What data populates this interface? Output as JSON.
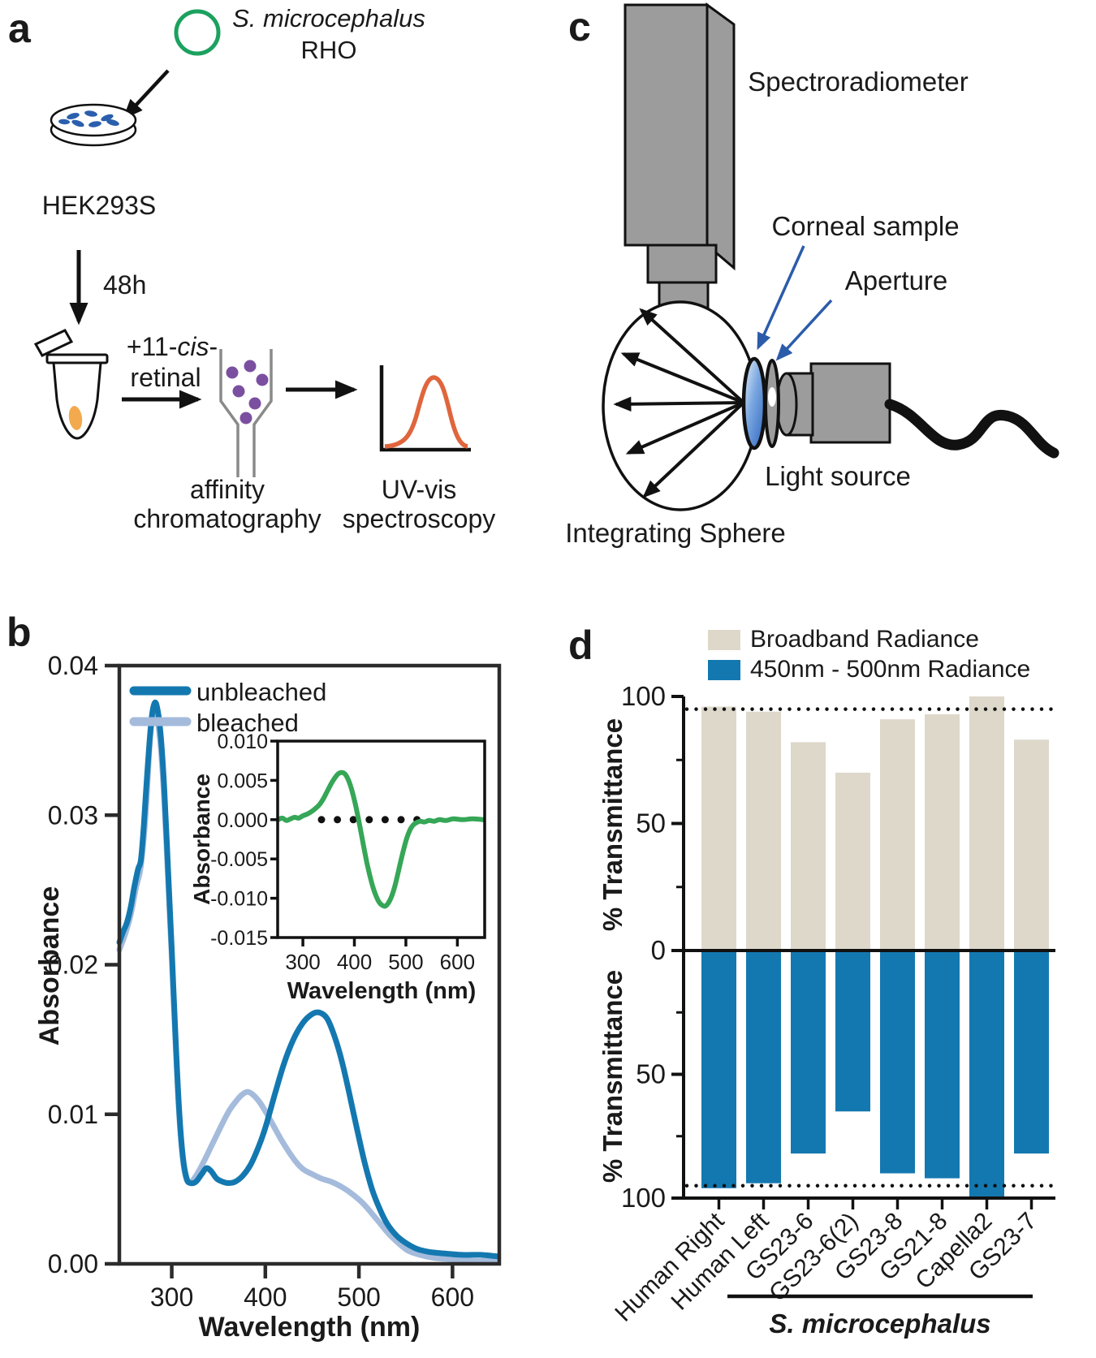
{
  "colors": {
    "dark_blue": "#1478b0",
    "light_blue": "#a4bbdc",
    "green": "#36a657",
    "beige": "#ddd8ca",
    "device_gray": "#9c9c9c",
    "bead_purple": "#7b4fa0",
    "spectrum_orange": "#e0653c",
    "pellet_orange": "#f3a94d",
    "cell_blue": "#2b5fad",
    "plasmid_green": "#1ca15f",
    "pointer_blue": "#2b5caa"
  },
  "figure": {
    "panel_a": {
      "label": "a",
      "plasmid_species": "S. microcephalus",
      "plasmid_gene": "RHO",
      "cell_line": "HEK293S",
      "incubation_time": "48h",
      "retinal_prefix": "+11-",
      "retinal_cis": "cis",
      "retinal_suffix": "-",
      "retinal_line2": "retinal",
      "column_line1": "affinity",
      "column_line2": "chromatography",
      "spectroscopy_line1": "UV-vis",
      "spectroscopy_line2": "spectroscopy"
    },
    "panel_b": {
      "label": "b"
    },
    "panel_c": {
      "label": "c",
      "spectroradiometer": "Spectroradiometer",
      "corneal_sample": "Corneal sample",
      "aperture": "Aperture",
      "light_source": "Light source",
      "integrating_sphere": "Integrating Sphere"
    },
    "panel_d": {
      "label": "d"
    }
  },
  "chart_data": [
    {
      "id": "rhodopsin_absorbance_spectra",
      "type": "line",
      "xlabel": "Wavelength (nm)",
      "ylabel": "Absorbance",
      "xlim": [
        250,
        650
      ],
      "ylim": [
        0,
        0.04
      ],
      "x_tick_values": [
        300,
        400,
        500,
        600
      ],
      "x_tick_labels": [
        "300",
        "400",
        "500",
        "600"
      ],
      "y_tick_values": [
        0,
        0.01,
        0.02,
        0.03,
        0.04
      ],
      "y_tick_labels": [
        "0.00",
        "0.01",
        "0.02",
        "0.03",
        "0.04"
      ],
      "legend_position": "top-left",
      "series": [
        {
          "name": "unbleached",
          "color": "#1478b0",
          "points": [
            [
              244,
              0.0215
            ],
            [
              248,
              0.0222
            ],
            [
              252,
              0.0228
            ],
            [
              256,
              0.0238
            ],
            [
              260,
              0.0252
            ],
            [
              264,
              0.0264
            ],
            [
              267,
              0.027
            ],
            [
              270,
              0.0292
            ],
            [
              274,
              0.033
            ],
            [
              278,
              0.0362
            ],
            [
              281,
              0.0374
            ],
            [
              284,
              0.0373
            ],
            [
              288,
              0.0355
            ],
            [
              292,
              0.0318
            ],
            [
              296,
              0.0265
            ],
            [
              300,
              0.021
            ],
            [
              304,
              0.0152
            ],
            [
              308,
              0.0102
            ],
            [
              312,
              0.0071
            ],
            [
              316,
              0.0057
            ],
            [
              320,
              0.0054
            ],
            [
              326,
              0.0055
            ],
            [
              332,
              0.006
            ],
            [
              337,
              0.0064
            ],
            [
              342,
              0.0062
            ],
            [
              348,
              0.0057
            ],
            [
              354,
              0.0055
            ],
            [
              360,
              0.0054
            ],
            [
              368,
              0.0055
            ],
            [
              376,
              0.0059
            ],
            [
              384,
              0.0066
            ],
            [
              392,
              0.0077
            ],
            [
              400,
              0.0091
            ],
            [
              410,
              0.0113
            ],
            [
              420,
              0.0134
            ],
            [
              430,
              0.015
            ],
            [
              440,
              0.0161
            ],
            [
              450,
              0.0167
            ],
            [
              458,
              0.0168
            ],
            [
              466,
              0.0164
            ],
            [
              474,
              0.0152
            ],
            [
              482,
              0.0135
            ],
            [
              490,
              0.0113
            ],
            [
              498,
              0.009
            ],
            [
              506,
              0.0068
            ],
            [
              514,
              0.005
            ],
            [
              522,
              0.0037
            ],
            [
              530,
              0.0027
            ],
            [
              540,
              0.0019
            ],
            [
              550,
              0.0014
            ],
            [
              562,
              0.001
            ],
            [
              575,
              0.0008
            ],
            [
              590,
              0.0007
            ],
            [
              610,
              0.0006
            ],
            [
              630,
              0.0006
            ],
            [
              648,
              0.0005
            ]
          ]
        },
        {
          "name": "bleached",
          "color": "#a4bbdc",
          "points": [
            [
              244,
              0.021
            ],
            [
              250,
              0.022
            ],
            [
              256,
              0.0233
            ],
            [
              262,
              0.0252
            ],
            [
              267,
              0.0266
            ],
            [
              272,
              0.03
            ],
            [
              277,
              0.0352
            ],
            [
              281,
              0.0368
            ],
            [
              284,
              0.0366
            ],
            [
              288,
              0.0347
            ],
            [
              292,
              0.031
            ],
            [
              296,
              0.0258
            ],
            [
              300,
              0.0204
            ],
            [
              304,
              0.0148
            ],
            [
              308,
              0.0099
            ],
            [
              312,
              0.0069
            ],
            [
              316,
              0.0056
            ],
            [
              321,
              0.0055
            ],
            [
              327,
              0.006
            ],
            [
              334,
              0.0068
            ],
            [
              341,
              0.0077
            ],
            [
              348,
              0.0086
            ],
            [
              355,
              0.0095
            ],
            [
              362,
              0.0103
            ],
            [
              369,
              0.0109
            ],
            [
              375,
              0.0113
            ],
            [
              381,
              0.0115
            ],
            [
              387,
              0.0113
            ],
            [
              394,
              0.0108
            ],
            [
              401,
              0.0101
            ],
            [
              409,
              0.0092
            ],
            [
              417,
              0.0083
            ],
            [
              425,
              0.0075
            ],
            [
              433,
              0.0068
            ],
            [
              441,
              0.0063
            ],
            [
              450,
              0.006
            ],
            [
              460,
              0.0057
            ],
            [
              470,
              0.0055
            ],
            [
              480,
              0.0052
            ],
            [
              490,
              0.0048
            ],
            [
              500,
              0.0043
            ],
            [
              508,
              0.0038
            ],
            [
              516,
              0.0032
            ],
            [
              524,
              0.0026
            ],
            [
              532,
              0.002
            ],
            [
              542,
              0.0014
            ],
            [
              552,
              0.0009
            ],
            [
              565,
              0.0006
            ],
            [
              580,
              0.0004
            ],
            [
              600,
              0.0003
            ],
            [
              625,
              0.0002
            ],
            [
              648,
              0.0002
            ]
          ]
        }
      ]
    },
    {
      "id": "difference_spectrum_inset",
      "type": "line",
      "xlabel": "Wavelength (nm)",
      "ylabel": "Absorbance",
      "xlim": [
        250,
        655
      ],
      "ylim": [
        -0.015,
        0.01
      ],
      "x_tick_values": [
        300,
        400,
        500,
        600
      ],
      "x_tick_labels": [
        "300",
        "400",
        "500",
        "600"
      ],
      "y_tick_values": [
        0.01,
        0.005,
        0.0,
        -0.005,
        -0.01,
        -0.015
      ],
      "y_tick_labels": [
        "0.010",
        "0.005",
        "0.000",
        "-0.005",
        "-0.010",
        "-0.015"
      ],
      "zero_line": "dotted",
      "series": [
        {
          "name": "difference",
          "color": "#36a657",
          "points": [
            [
              252,
              0.0
            ],
            [
              260,
              0.0002
            ],
            [
              268,
              -0.0001
            ],
            [
              276,
              0.0001
            ],
            [
              284,
              0.0003
            ],
            [
              292,
              0.0002
            ],
            [
              300,
              0.0005
            ],
            [
              308,
              0.0007
            ],
            [
              316,
              0.001
            ],
            [
              324,
              0.0014
            ],
            [
              332,
              0.0019
            ],
            [
              340,
              0.0027
            ],
            [
              348,
              0.0037
            ],
            [
              356,
              0.0047
            ],
            [
              364,
              0.0055
            ],
            [
              370,
              0.0059
            ],
            [
              376,
              0.006
            ],
            [
              382,
              0.0058
            ],
            [
              388,
              0.0051
            ],
            [
              394,
              0.004
            ],
            [
              400,
              0.0025
            ],
            [
              406,
              0.0007
            ],
            [
              412,
              -0.0013
            ],
            [
              418,
              -0.0034
            ],
            [
              424,
              -0.0054
            ],
            [
              430,
              -0.0071
            ],
            [
              436,
              -0.0086
            ],
            [
              442,
              -0.0097
            ],
            [
              448,
              -0.0105
            ],
            [
              454,
              -0.0109
            ],
            [
              460,
              -0.011
            ],
            [
              466,
              -0.0106
            ],
            [
              472,
              -0.0098
            ],
            [
              478,
              -0.0086
            ],
            [
              484,
              -0.007
            ],
            [
              490,
              -0.0053
            ],
            [
              496,
              -0.0037
            ],
            [
              502,
              -0.0023
            ],
            [
              508,
              -0.0013
            ],
            [
              514,
              -0.0007
            ],
            [
              520,
              -0.0004
            ],
            [
              528,
              -0.0002
            ],
            [
              536,
              -0.0003
            ],
            [
              545,
              -0.0001
            ],
            [
              555,
              -0.0002
            ],
            [
              565,
              0.0
            ],
            [
              578,
              -0.0001
            ],
            [
              592,
              0.0001
            ],
            [
              610,
              0.0
            ],
            [
              630,
              0.0001
            ],
            [
              650,
              0.0
            ]
          ]
        }
      ]
    },
    {
      "id": "corneal_transmittance",
      "type": "bar",
      "ylabel": "% Transmittance",
      "ylim": [
        0,
        100
      ],
      "y_tick_values_top": [
        0,
        50,
        100
      ],
      "y_tick_labels_top": [
        "0",
        "50",
        "100"
      ],
      "y_tick_values_bottom": [
        50,
        100
      ],
      "y_tick_labels_bottom": [
        "50",
        "100"
      ],
      "y_minor_ticks": [
        25,
        75
      ],
      "reference_line": 95,
      "categories": [
        "Human Right",
        "Human Left",
        "GS23-6",
        "GS23-6(2)",
        "GS23-8",
        "GS21-8",
        "Capella2",
        "GS23-7"
      ],
      "series": [
        {
          "name": "Broadband Radiance",
          "color": "#ddd8ca",
          "axis": "up",
          "values": [
            96,
            94,
            82,
            70,
            91,
            93,
            100,
            83
          ]
        },
        {
          "name": "450nm - 500nm Radiance",
          "color": "#1478b0",
          "axis": "down",
          "values": [
            96,
            94,
            82,
            65,
            90,
            92,
            100,
            82
          ]
        }
      ],
      "group_label": "S. microcephalus",
      "group_span": [
        "GS23-6",
        "GS23-7"
      ]
    }
  ]
}
